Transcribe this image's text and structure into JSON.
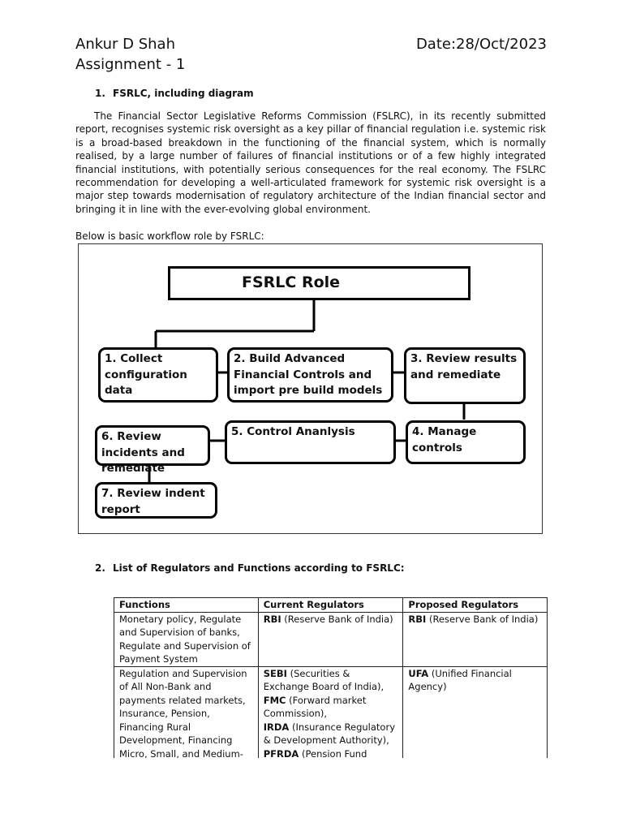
{
  "header": {
    "author": "Ankur D Shah",
    "date": "Date:28/Oct/2023",
    "assignment": "Assignment - 1"
  },
  "section1": {
    "number": "1.",
    "heading": "FSRLC, including diagram",
    "paragraph": "The Financial Sector Legislative Reforms Commission (FSLRC), in its recently submitted report, recognises systemic risk oversight as a key pillar of financial regulation i.e. systemic risk is a broad-based breakdown in the functioning of the financial system, which is normally realised, by a large number of failures of financial institutions or of a few highly integrated financial institutions, with potentially serious consequences for the real economy.  The FSLRC recommendation for developing a well-articulated framework for systemic risk oversight is a major step towards modernisation of regulatory architecture of the Indian financial sector and bringing it in line with the ever-evolving global environment.",
    "intro": "Below is basic workflow role by FSRLC:"
  },
  "diagram": {
    "title": "FSRLC Role",
    "steps": {
      "s1": "1. Collect configuration data",
      "s2": "2. Build Advanced Financial Controls and import pre build models",
      "s3": "3. Review results and remediate",
      "s4": "4. Manage controls",
      "s5": "5. Control Ananlysis",
      "s6": "6. Review incidents and remediate",
      "s7": "7. Review indent report"
    }
  },
  "section2": {
    "number": "2.",
    "heading": "List of Regulators and Functions according to FSRLC:"
  },
  "table": {
    "headers": [
      "Functions",
      "Current Regulators",
      "Proposed Regulators"
    ],
    "row1": {
      "functions": "Monetary policy, Regulate and Supervision of banks, Regulate and Supervision of Payment System",
      "current_abbr": "RBI",
      "current_text": " (Reserve Bank of India)",
      "proposed_abbr": "RBI",
      "proposed_text": " (Reserve Bank of India)"
    },
    "row2": {
      "functions": "Regulation and Supervision of All Non-Bank and payments related markets, Insurance, Pension, Financing Rural Development, Financing Micro, Small, and Medium-",
      "current": [
        {
          "abbr": "SEBI",
          "text": " (Securities & Exchange Board of India),"
        },
        {
          "abbr": "FMC",
          "text": " (Forward market Commission),"
        },
        {
          "abbr": "IRDA",
          "text": " (Insurance Regulatory & Development Authority),"
        },
        {
          "abbr": "PFRDA",
          "text": " (Pension Fund"
        }
      ],
      "proposed_abbr": "UFA",
      "proposed_text": " (Unified Financial Agency)"
    }
  }
}
